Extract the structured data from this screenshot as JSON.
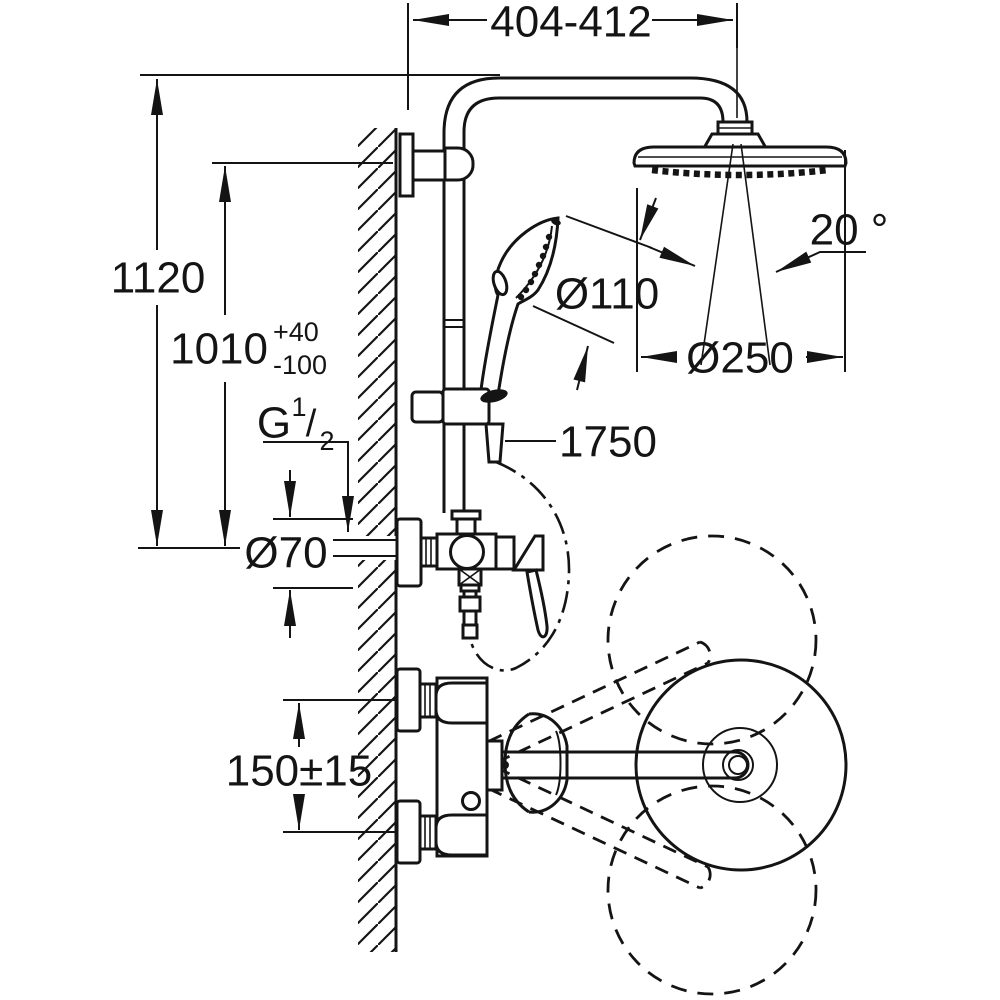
{
  "drawing": {
    "kind": "technical-dimension-drawing",
    "subject": "wall-mounted shower system with head shower, hand shower and single-lever mixer (front view and plan view)",
    "units": "mm",
    "colors": {
      "line": "#141414",
      "background": "#ffffff"
    },
    "dims": {
      "top_width": "404-412",
      "total_height": "1120",
      "rail_height": {
        "value": "1010",
        "tol_plus": "+40",
        "tol_minus": "-100"
      },
      "thread": {
        "prefix": "G",
        "numerator": "1",
        "slash": "/",
        "denominator": "2"
      },
      "hand_shower_diameter": "Ø110",
      "head_diameter": "Ø250",
      "spray_angle": "20 °",
      "hose_length": "1750",
      "union_diameter": "Ø70",
      "connection_spacing": "150±15"
    }
  }
}
